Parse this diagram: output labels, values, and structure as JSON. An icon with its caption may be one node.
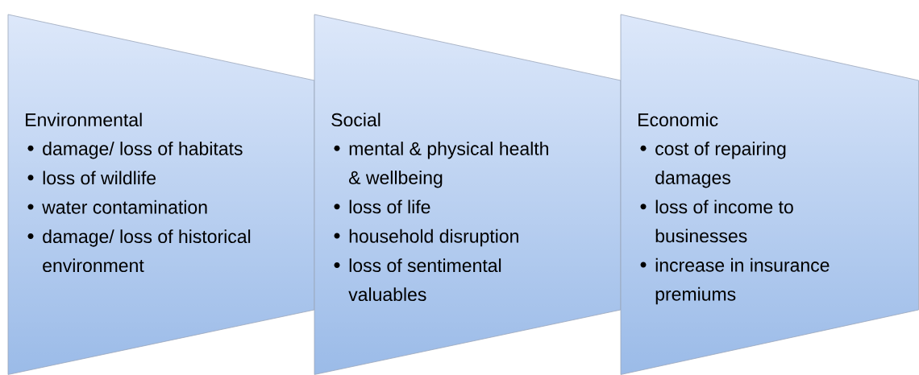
{
  "diagram": {
    "nodes": [
      {
        "text": [
          "Environmental",
          "damage/ loss of habitats",
          "loss of wildlife",
          "water contamination",
          "damage/ loss of historical environment"
        ]
      },
      {
        "text": [
          "Social",
          "mental & physical health & wellbeing",
          "loss of life",
          "household disruption",
          "loss of sentimental valuables"
        ]
      },
      {
        "text": [
          "Economic",
          "cost of repairing damages",
          "loss of income to businesses",
          "increase in insurance premiums"
        ]
      }
    ]
  }
}
